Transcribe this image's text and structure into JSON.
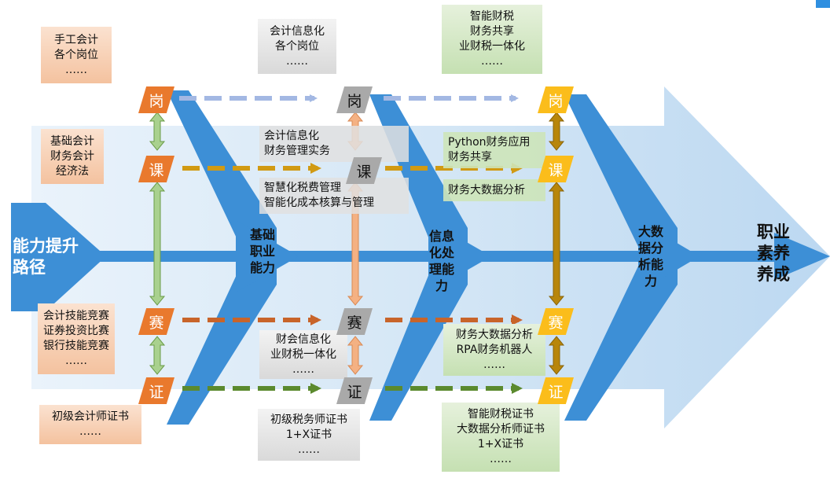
{
  "axis": {
    "start_label": [
      "能力提升",
      "路径"
    ],
    "end_label": [
      "职业",
      "素养",
      "养成"
    ],
    "stages": [
      [
        "基础",
        "职业",
        "能力"
      ],
      [
        "信息",
        "化处",
        "理能",
        "力"
      ],
      [
        "大数",
        "据分",
        "析能",
        "力"
      ]
    ]
  },
  "nodes": {
    "col1": [
      "岗",
      "课",
      "赛",
      "证"
    ],
    "col2": [
      "岗",
      "课",
      "赛",
      "证"
    ],
    "col3": [
      "岗",
      "课",
      "赛",
      "证"
    ]
  },
  "boxes": {
    "c1_gang": [
      "手工会计",
      "各个岗位",
      "……"
    ],
    "c1_ke": [
      "基础会计",
      "财务会计",
      "经济法"
    ],
    "c1_sai": [
      "会计技能竞赛",
      "证券投资比赛",
      "银行技能竞赛",
      "……"
    ],
    "c1_zheng": [
      "初级会计师证书",
      "……"
    ],
    "c2_gang": [
      "会计信息化",
      "各个岗位",
      "……"
    ],
    "c2_ke_top": [
      "会计信息化",
      "财务管理实务"
    ],
    "c2_ke_bottom": [
      "智慧化税费管理",
      "智能化成本核算与管理"
    ],
    "c2_sai": [
      "财会信息化",
      "业财税一体化",
      "……"
    ],
    "c2_zheng": [
      "初级税务师证书",
      "1+X证书",
      "……"
    ],
    "c3_gang": [
      "智能财税",
      "财务共享",
      "业财税一体化",
      "……"
    ],
    "c3_ke_top": [
      "Python财务应用",
      "财务共享"
    ],
    "c3_ke_bottom": [
      "财务大数据分析"
    ],
    "c3_sai": [
      "财务大数据分析",
      "RPA财务机器人",
      "……"
    ],
    "c3_zheng": [
      "智能财税证书",
      "大数据分析师证书",
      "1+X证书",
      "……"
    ]
  },
  "colors": {
    "arrow_blue": "#3d8fd6",
    "orange": "#e9792d",
    "gray": "#a9a9a9",
    "gold": "#fbbd1b"
  }
}
